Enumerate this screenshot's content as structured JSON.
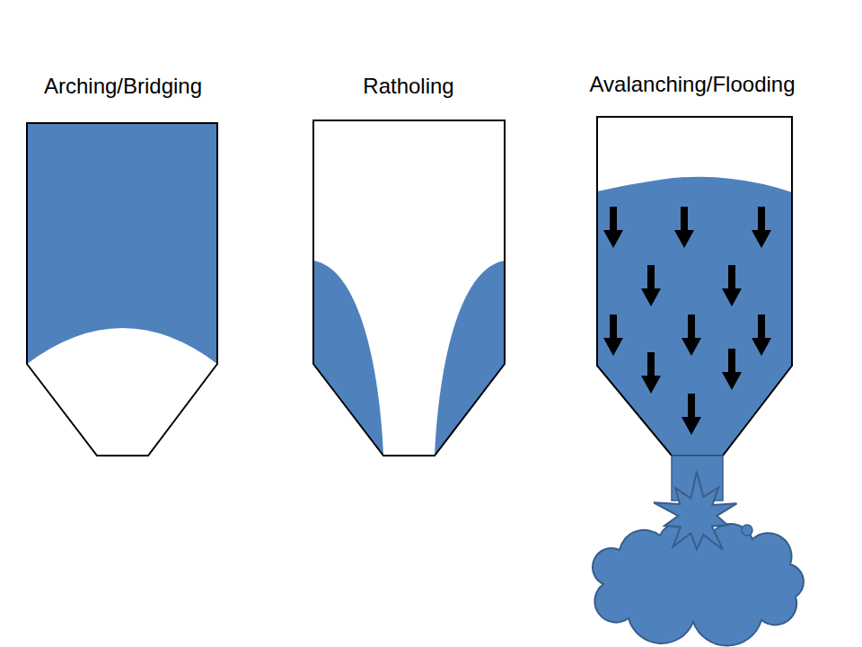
{
  "diagram": {
    "labels": [
      "Arching/Bridging",
      "Ratholing",
      "Avalanching/Flooding"
    ]
  }
}
